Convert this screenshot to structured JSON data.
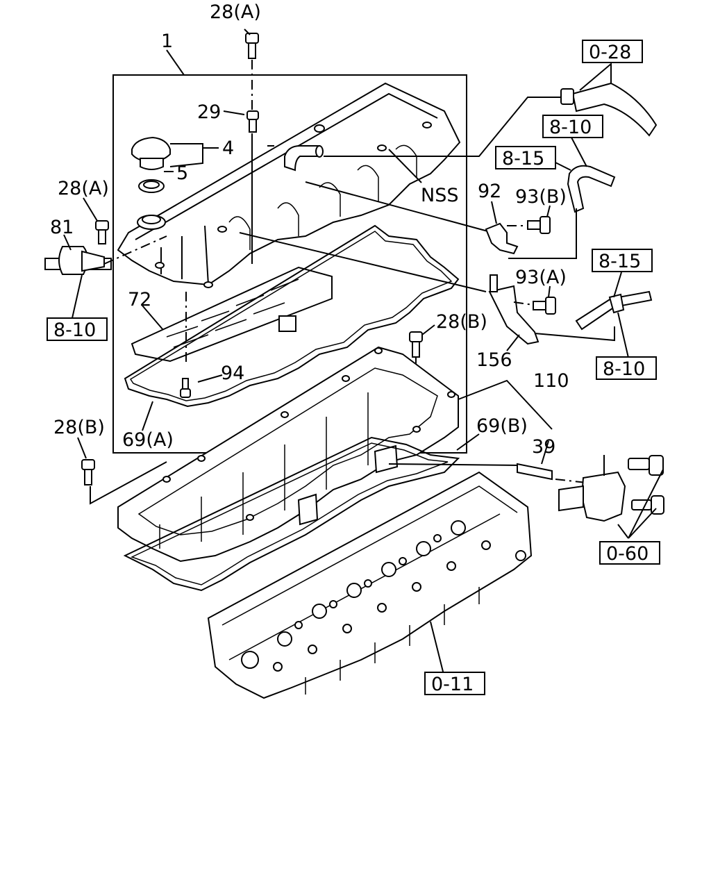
{
  "callouts": {
    "c28a_top": "28(A)",
    "c1": "1",
    "c29": "29",
    "c4": "4",
    "c5": "5",
    "c28a_left": "28(A)",
    "c81": "81",
    "c72": "72",
    "c94": "94",
    "c69a": "69(A)",
    "c28b_left": "28(B)",
    "c28b_mid": "28(B)",
    "c110": "110",
    "c69b": "69(B)",
    "c39": "39",
    "cNSS": "NSS",
    "c92": "92",
    "c93b": "93(B)",
    "c93a": "93(A)",
    "c156": "156"
  },
  "references": {
    "r0_28": "0-28",
    "r8_10_top": "8-10",
    "r8_15_top": "8-15",
    "r8_15_right": "8-15",
    "r8_10_right": "8-10",
    "r8_10_left": "8-10",
    "r0_60": "0-60",
    "r0_11": "0-11"
  }
}
